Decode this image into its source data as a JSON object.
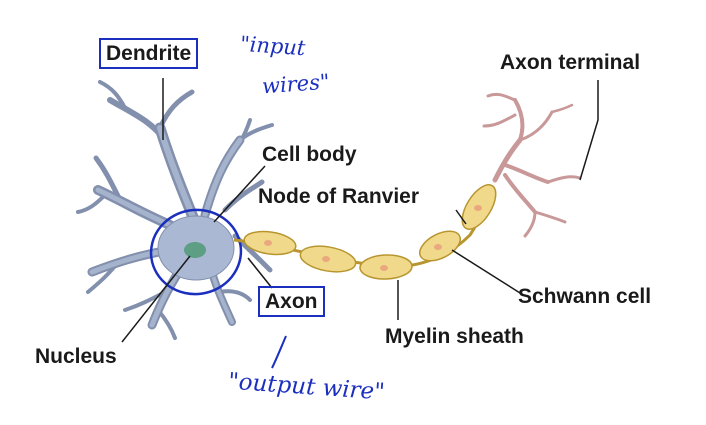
{
  "labels": {
    "dendrite": "Dendrite",
    "axon_terminal": "Axon terminal",
    "cell_body": "Cell body",
    "node_of_ranvier": "Node of Ranvier",
    "schwann_cell": "Schwann cell",
    "axon": "Axon",
    "myelin_sheath": "Myelin sheath",
    "nucleus": "Nucleus"
  },
  "annotations": {
    "input_wires_line1": "\"input",
    "input_wires_line2": "wires\"",
    "output_wire": "\"output wire\""
  },
  "colors": {
    "dendrite_fill": "#a6b3cc",
    "dendrite_stroke": "#8290ad",
    "cell_body": "#aab8d4",
    "nucleus": "#5d9e84",
    "myelin_fill": "#f1d98c",
    "myelin_stroke": "#b8962f",
    "schwann_nucleus": "#e9a87e",
    "axon_terminal": "#c99898",
    "annotation_ink": "#1b2fbf"
  }
}
